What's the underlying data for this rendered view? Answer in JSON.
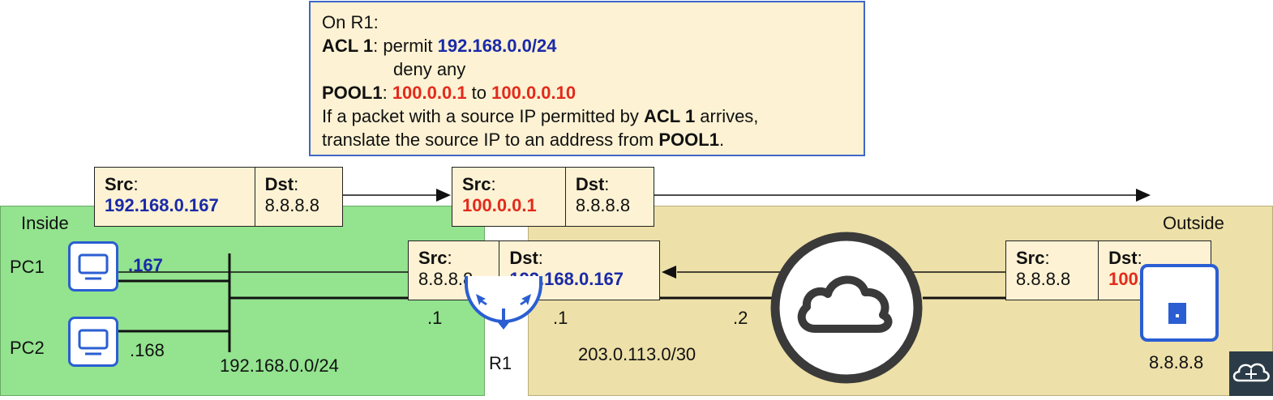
{
  "zones": {
    "inside": "Inside",
    "outside": "Outside"
  },
  "note": {
    "heading": "On R1:",
    "acl_name": "ACL 1",
    "acl_permit_prefix": ": permit ",
    "acl_permit_net": "192.168.0.0/24",
    "acl_deny": "deny any",
    "pool_name": "POOL1",
    "pool_start": "100.0.0.1",
    "pool_to": " to ",
    "pool_end": "100.0.0.10",
    "rule_line1_a": "If a packet with a source IP permitted by ",
    "rule_line1_b": "ACL 1",
    "rule_line1_c": " arrives,",
    "rule_line2_a": "translate the source IP to an address from ",
    "rule_line2_b": "POOL1",
    "rule_line2_c": "."
  },
  "packets": {
    "src_key": "Src",
    "dst_key": "Dst",
    "colon": ":",
    "inside_out": {
      "src": "192.168.0.167",
      "dst": "8.8.8.8"
    },
    "outside_out": {
      "src": "100.0.0.1",
      "dst": "8.8.8.8"
    },
    "return_inside": {
      "src": "8.8.8.8",
      "dst": "192.168.0.167"
    },
    "return_outside": {
      "src": "8.8.8.8",
      "dst": "100.0.0.1"
    }
  },
  "devices": {
    "pc1": "PC1",
    "pc2": "PC2",
    "pc1_host": ".167",
    "pc2_host": ".168",
    "lan_net": "192.168.0.0/24",
    "r1": "R1",
    "r1_inside_if": ".1",
    "r1_outside_if": ".1",
    "isp_if": ".2",
    "wan_net": "203.0.113.0/30",
    "server_ip": "8.8.8.8"
  },
  "colors": {
    "inside_zone": "#93e38f",
    "outside_zone": "#ede0a8",
    "note_bg": "#fdf2d3",
    "note_border": "#3f67c9",
    "private_ip": "#1a2aa8",
    "public_ip": "#e32a1c",
    "device_outline": "#2a5ed2"
  },
  "icons": [
    "pc-icon",
    "router-icon",
    "cloud-icon",
    "server-icon",
    "logo-icon"
  ]
}
